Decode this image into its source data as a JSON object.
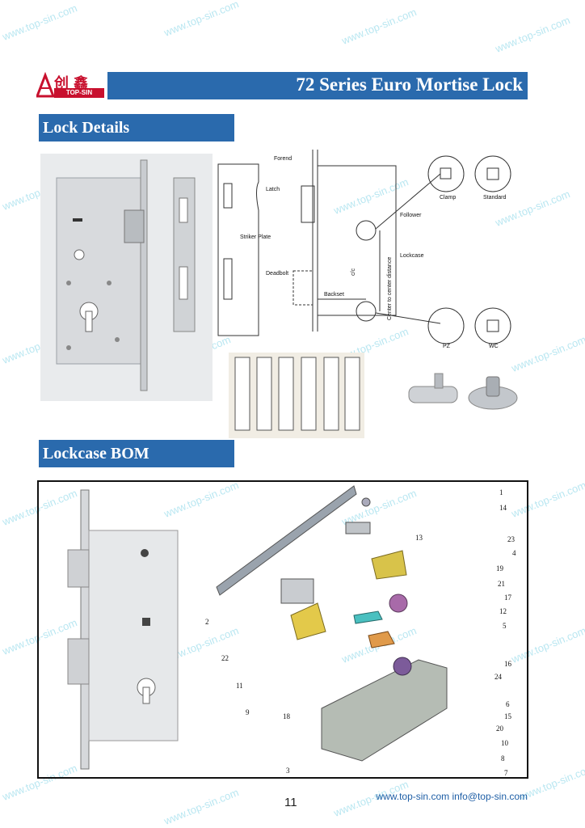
{
  "watermark_text": "www.top-sin.com",
  "header": {
    "logo_cn": "创鑫",
    "logo_en": "TOP-SIN",
    "title": "72 Series Euro Mortise Lock"
  },
  "sections": {
    "details_title": "Lock Details",
    "bom_title": "Lockcase BOM"
  },
  "diagram_labels": {
    "forend": "Forend",
    "latch": "Latch",
    "striker_plate": "Striker Plate",
    "deadbolt": "Deadbolt",
    "backset": "Backset",
    "follower": "Follower",
    "lockcase": "Lockcase",
    "cc": "c/c",
    "center_distance": "Center to center distance",
    "clamp": "Clamp",
    "standard": "Standard",
    "pz": "PZ",
    "wc": "WC"
  },
  "bom_numbers_right": [
    "1",
    "14",
    "13",
    "23",
    "4",
    "19",
    "21",
    "17",
    "12",
    "5",
    "16",
    "24",
    "6",
    "15",
    "20",
    "10",
    "8",
    "7"
  ],
  "bom_numbers_left": [
    "2",
    "22",
    "11",
    "9",
    "18",
    "3"
  ],
  "footer": {
    "page_number": "11",
    "contact": "www.top-sin.com  info@top-sin.com"
  },
  "colors": {
    "brand_blue": "#2a6aad",
    "logo_red": "#c8102e",
    "watermark": "#7fd3e6"
  }
}
